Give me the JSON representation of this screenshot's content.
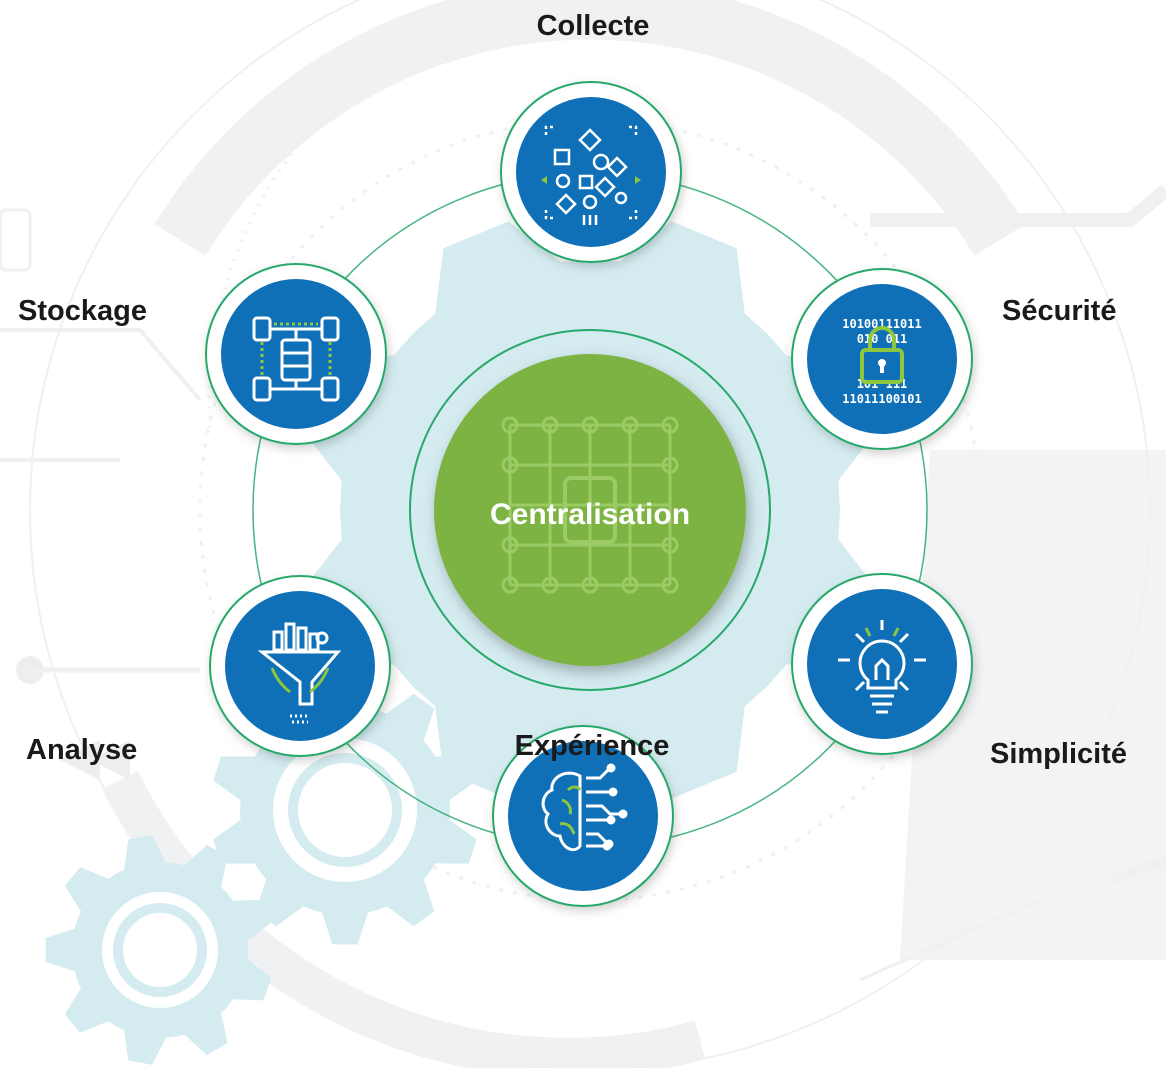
{
  "center": {
    "label": "Centralisation"
  },
  "nodes": [
    {
      "key": "collecte",
      "label": "Collecte",
      "icon": "shapes-collection-icon"
    },
    {
      "key": "securite",
      "label": "Sécurité",
      "icon": "binary-lock-icon"
    },
    {
      "key": "simplicite",
      "label": "Simplicité",
      "icon": "lightbulb-icon"
    },
    {
      "key": "experience",
      "label": "Expérience",
      "icon": "brain-circuit-icon"
    },
    {
      "key": "analyse",
      "label": "Analyse",
      "icon": "funnel-chart-icon"
    },
    {
      "key": "stockage",
      "label": "Stockage",
      "icon": "database-network-icon"
    }
  ],
  "colors": {
    "center_fill": "#7cb342",
    "node_fill": "#0f70b7",
    "ring": "#28a86b",
    "accent_green": "#8dc63f",
    "gear": "#d4ecf0",
    "background_art": "#eef0f2",
    "label": "#1a1a1a"
  }
}
